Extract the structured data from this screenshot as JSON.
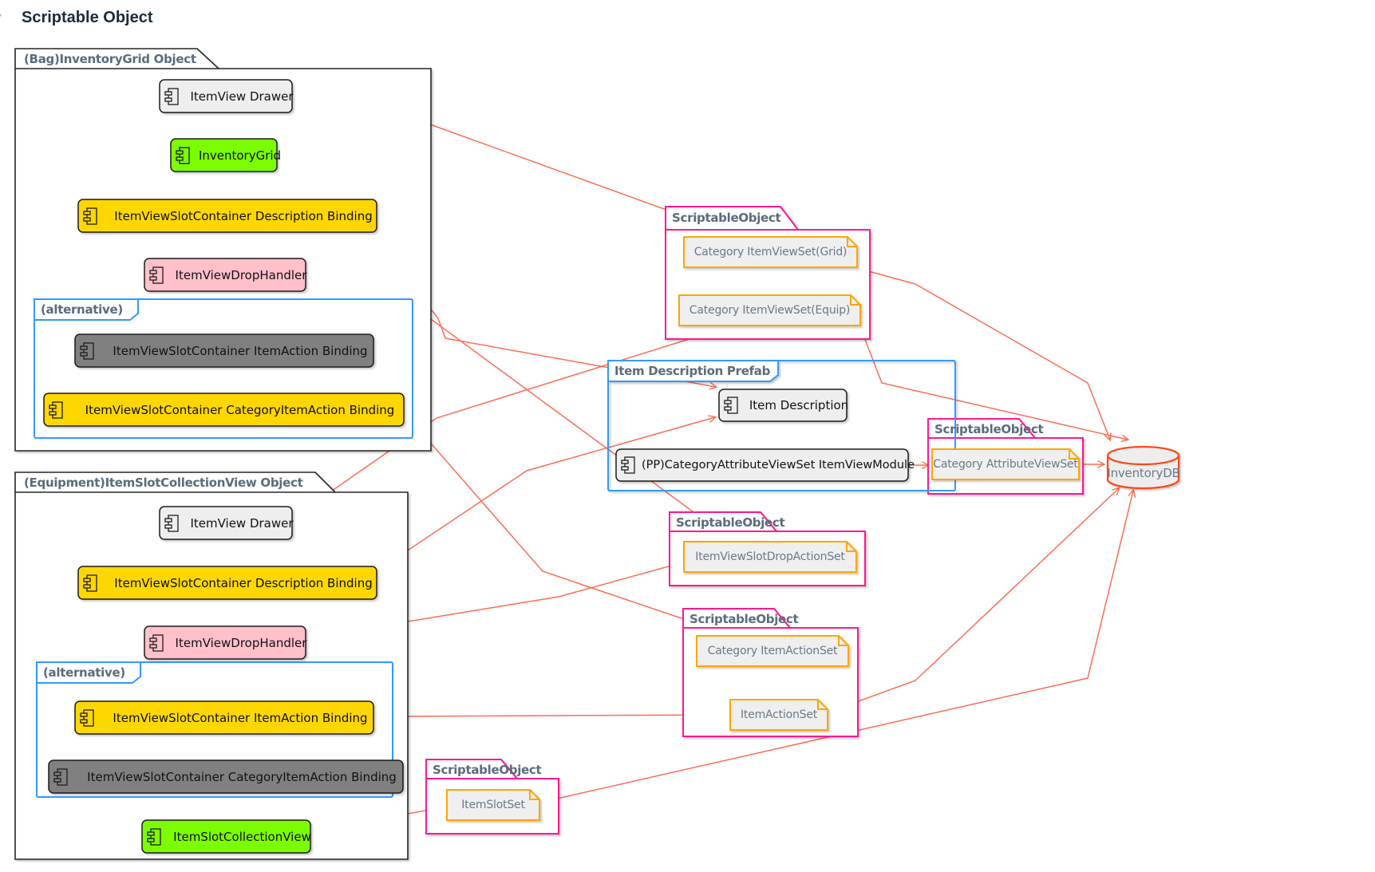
{
  "title": "Scriptable Object",
  "bag_package": {
    "label": "(Bag)InventoryGrid Object",
    "drawer": "ItemView Drawer",
    "grid": "InventoryGrid",
    "description_binding": "ItemViewSlotContainer Description Binding",
    "drop_handler": "ItemViewDropHandler",
    "alt_label": "(alternative)",
    "itemaction_binding": "ItemViewSlotContainer ItemAction Binding",
    "category_itemaction_binding": "ItemViewSlotContainer CategoryItemAction Binding"
  },
  "equipment_package": {
    "label": "(Equipment)ItemSlotCollectionView Object",
    "drawer": "ItemView Drawer",
    "description_binding": "ItemViewSlotContainer Description Binding",
    "drop_handler": "ItemViewDropHandler",
    "alt_label": "(alternative)",
    "itemaction_binding": "ItemViewSlotContainer ItemAction Binding",
    "category_itemaction_binding": "ItemViewSlotContainer CategoryItemAction Binding",
    "slot_collection_view": "ItemSlotCollectionView"
  },
  "viewset_package": {
    "label": "ScriptableObject",
    "grid_viewset": "Category ItemViewSet(Grid)",
    "equip_viewset": "Category ItemViewSet(Equip)"
  },
  "prefab_frame": {
    "label": "Item Description Prefab",
    "item_description": "Item Description",
    "pp_module": "(PP)CategoryAttributeViewSet ItemViewModule"
  },
  "attribute_package": {
    "label": "ScriptableObject",
    "attribute_viewset": "Category AttributeViewSet"
  },
  "dropaction_package": {
    "label": "ScriptableObject",
    "drop_actionset": "ItemViewSlotDropActionSet"
  },
  "itemaction_package": {
    "label": "ScriptableObject",
    "category_itemactionset": "Category ItemActionSet",
    "itemactionset": "ItemActionSet"
  },
  "slotset_package": {
    "label": "ScriptableObject",
    "item_slotset": "ItemSlotSet"
  },
  "database": {
    "label": "InventoryDB"
  },
  "colors": {
    "link": "#fa6d55",
    "db_border": "#ff4713",
    "package_magenta": "#ff1493",
    "frame_blue": "#3399ff",
    "node_orange_border": "#ffa500",
    "gold": "#ffd700",
    "pink": "#ffc0cb",
    "gray": "#808080",
    "green": "#7cfc00",
    "node_fill": "#eeeeee",
    "title_text": "#5a6b7e"
  }
}
